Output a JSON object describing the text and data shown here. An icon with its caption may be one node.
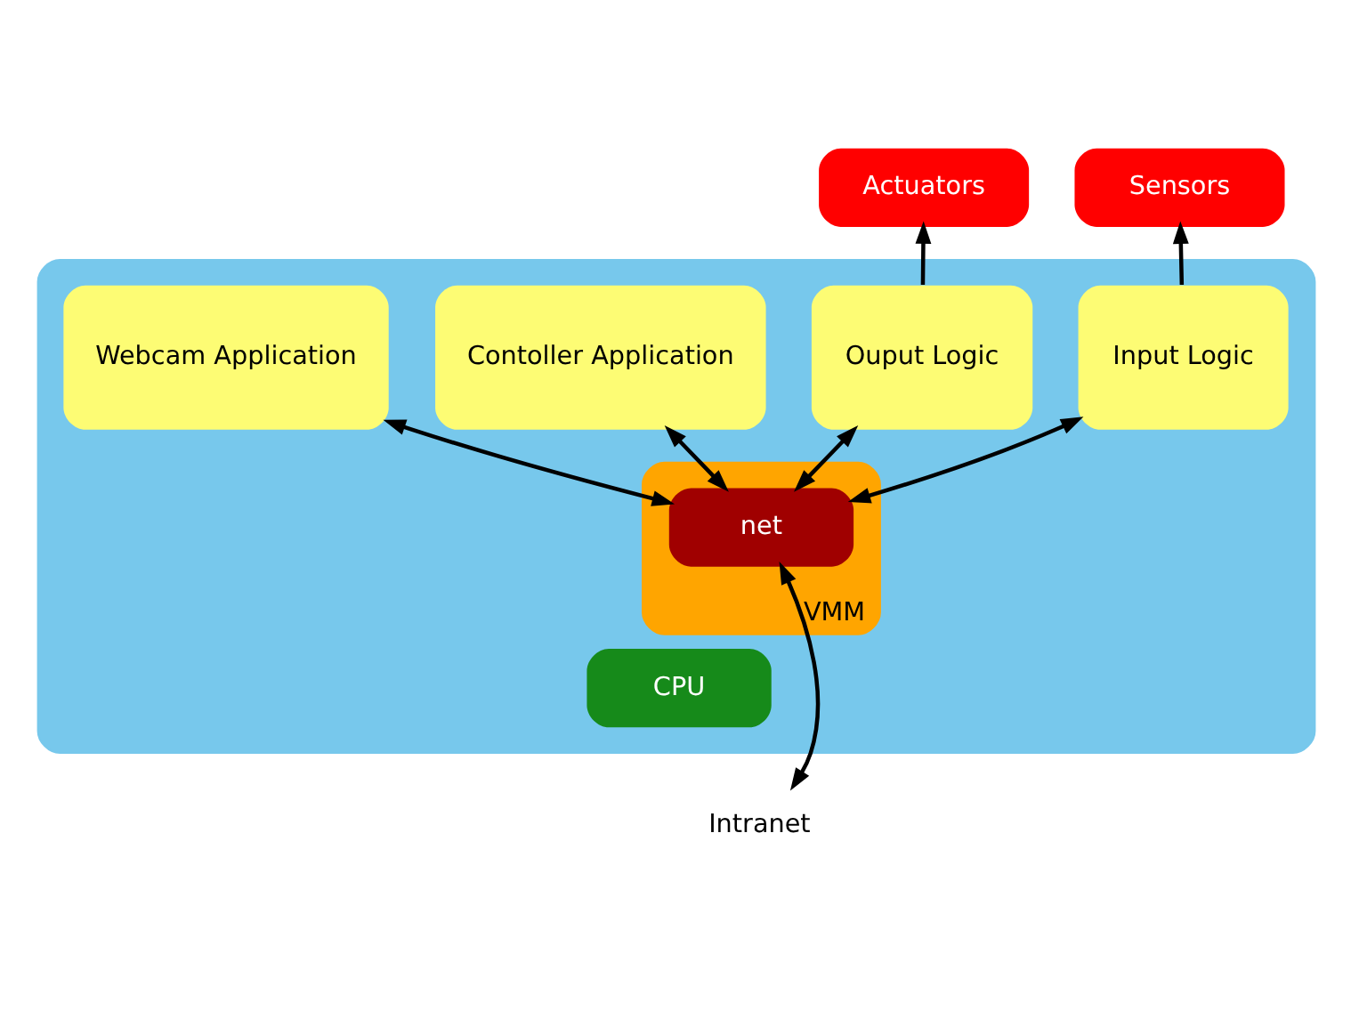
{
  "diagram": {
    "nodes": [
      {
        "text": [],
        "shape": "box"
      },
      {
        "text": [
          "Actuators"
        ]
      },
      {
        "text": [
          "Sensors"
        ]
      },
      {
        "text": [
          "Webcam Application"
        ],
        "in": 0
      },
      {
        "text": [
          "Contoller Application"
        ],
        "in": 0
      },
      {
        "text": [
          "Ouput Logic"
        ],
        "in": 0
      },
      {
        "text": [
          "Input Logic"
        ],
        "in": 0
      },
      {
        "text": [
          "VMM"
        ],
        "in": 0
      },
      {
        "text": [
          "net"
        ],
        "in": 7
      },
      {
        "text": [
          "CPU"
        ],
        "in": 0
      },
      {
        "text": [
          "Intranet"
        ]
      }
    ],
    "edges": [
      {
        "from": 5,
        "to": 1,
        "arrow": "to"
      },
      {
        "from": 6,
        "to": 2,
        "arrow": "to"
      },
      {
        "from": 3,
        "to": 8,
        "arrow": "both"
      },
      {
        "from": 4,
        "to": 8,
        "arrow": "both"
      },
      {
        "from": 5,
        "to": 8,
        "arrow": "both"
      },
      {
        "from": 6,
        "to": 8,
        "arrow": "both"
      },
      {
        "from": 8,
        "to": 10,
        "arrow": "both"
      }
    ]
  }
}
